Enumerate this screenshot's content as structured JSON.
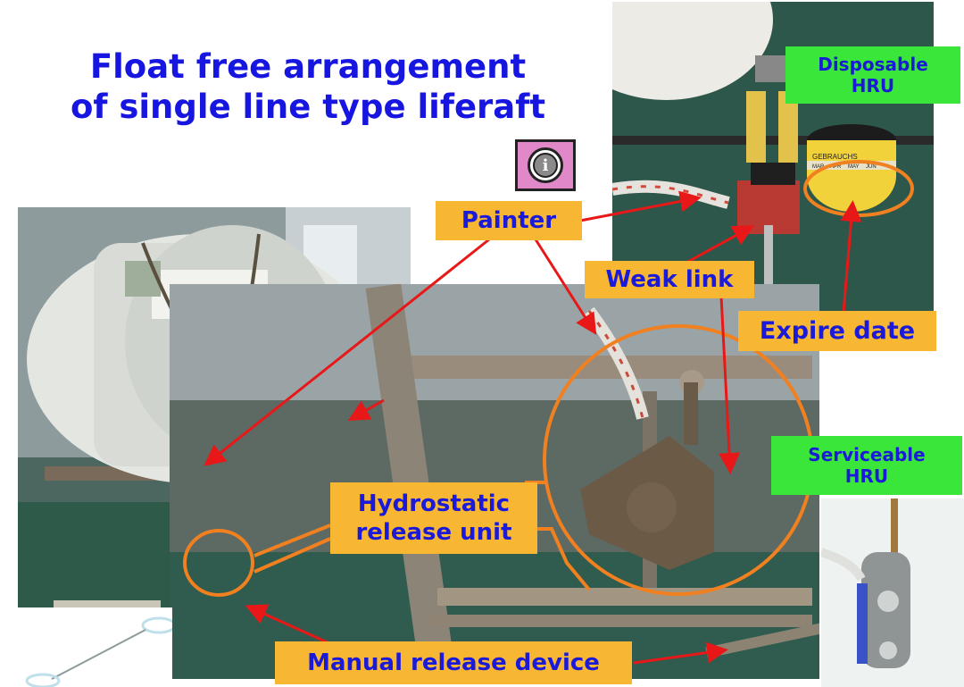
{
  "title": {
    "line1": "Float free arrangement",
    "line2": "of single line type liferaft"
  },
  "labels": {
    "painter": "Painter",
    "weak_link": "Weak link",
    "expire_date": "Expire date",
    "hydrostatic_line1": "Hydrostatic",
    "hydrostatic_line2": "release unit",
    "manual_release": "Manual release device",
    "disposable_line1": "Disposable",
    "disposable_line2": "HRU",
    "serviceable_line1": "Serviceable",
    "serviceable_line2": "HRU"
  },
  "info_icon": {
    "glyph": "i",
    "bg": "#e088c8",
    "border": "#222222"
  },
  "hru_label_text": "GEBRAUCHS",
  "hru_months": [
    "MAR",
    "APR",
    "MAY",
    "JUN"
  ],
  "colors": {
    "title": "#1616e0",
    "label_yellow": "#f7b733",
    "label_green": "#39e639",
    "label_text": "#1a1ad8",
    "arrow": "#e81818",
    "circle": "#f08020"
  }
}
